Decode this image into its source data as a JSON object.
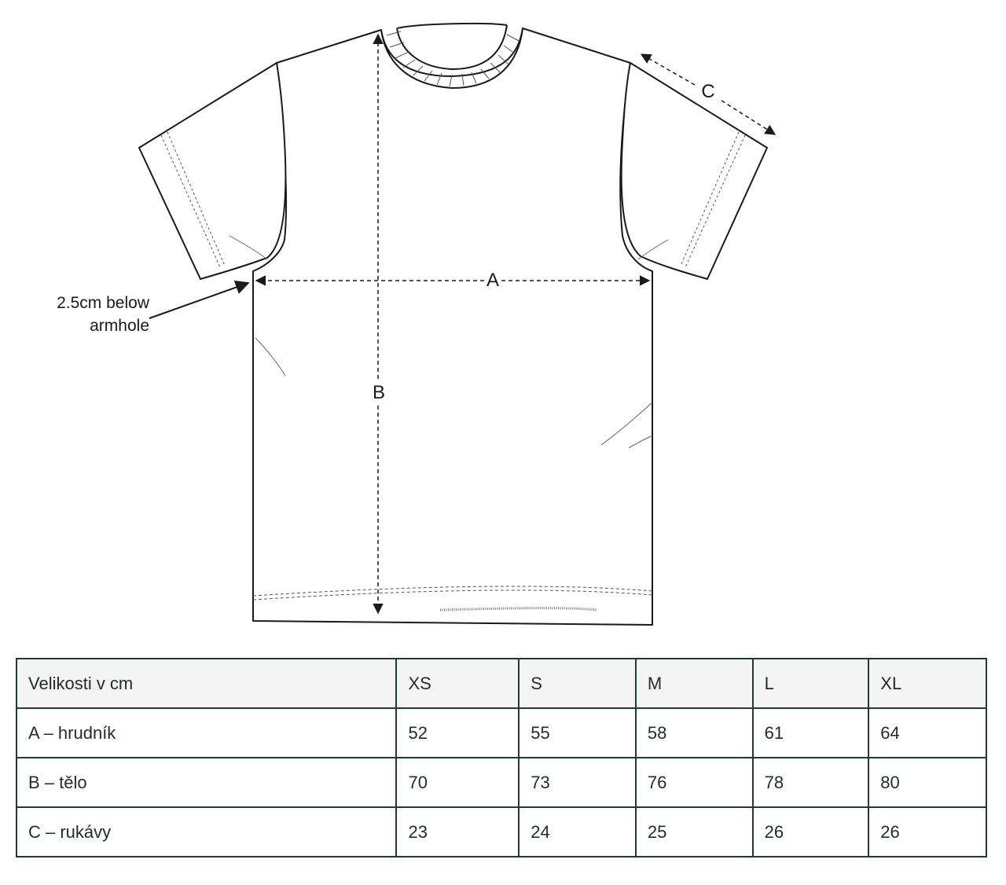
{
  "diagram": {
    "label_a": "A",
    "label_b": "B",
    "label_c": "C",
    "note_line1": "2.5cm below",
    "note_line2": "armhole"
  },
  "table": {
    "header": [
      "Velikosti v cm",
      "XS",
      "S",
      "M",
      "L",
      "XL"
    ],
    "rows": [
      [
        "A – hrudník",
        "52",
        "55",
        "58",
        "61",
        "64"
      ],
      [
        "B – tělo",
        "70",
        "73",
        "76",
        "78",
        "80"
      ],
      [
        "C – rukávy",
        "23",
        "24",
        "25",
        "26",
        "26"
      ]
    ]
  }
}
